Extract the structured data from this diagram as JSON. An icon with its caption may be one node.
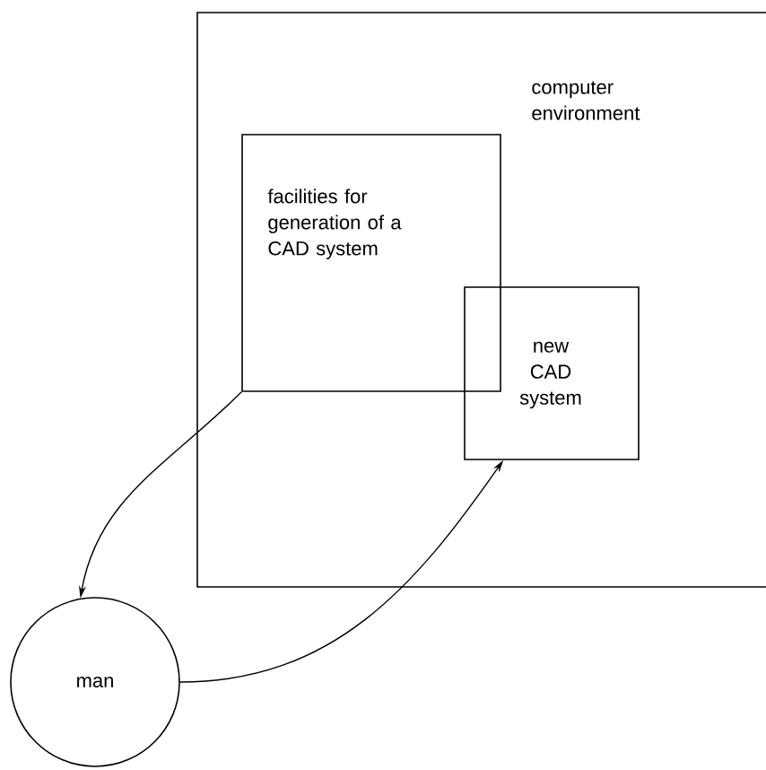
{
  "diagram": {
    "nodes": [
      {
        "text": [
          "computer environment"
        ]
      },
      {
        "text": [
          "facilities for generation of a CAD system"
        ],
        "in": 0
      },
      {
        "text": [
          "new CAD system"
        ],
        "in": 0
      },
      {
        "text": [
          "man"
        ]
      }
    ],
    "edges": [
      {
        "from": 1,
        "to": 3,
        "arrow": "to"
      },
      {
        "from": 3,
        "to": 2,
        "arrow": "to"
      }
    ]
  }
}
